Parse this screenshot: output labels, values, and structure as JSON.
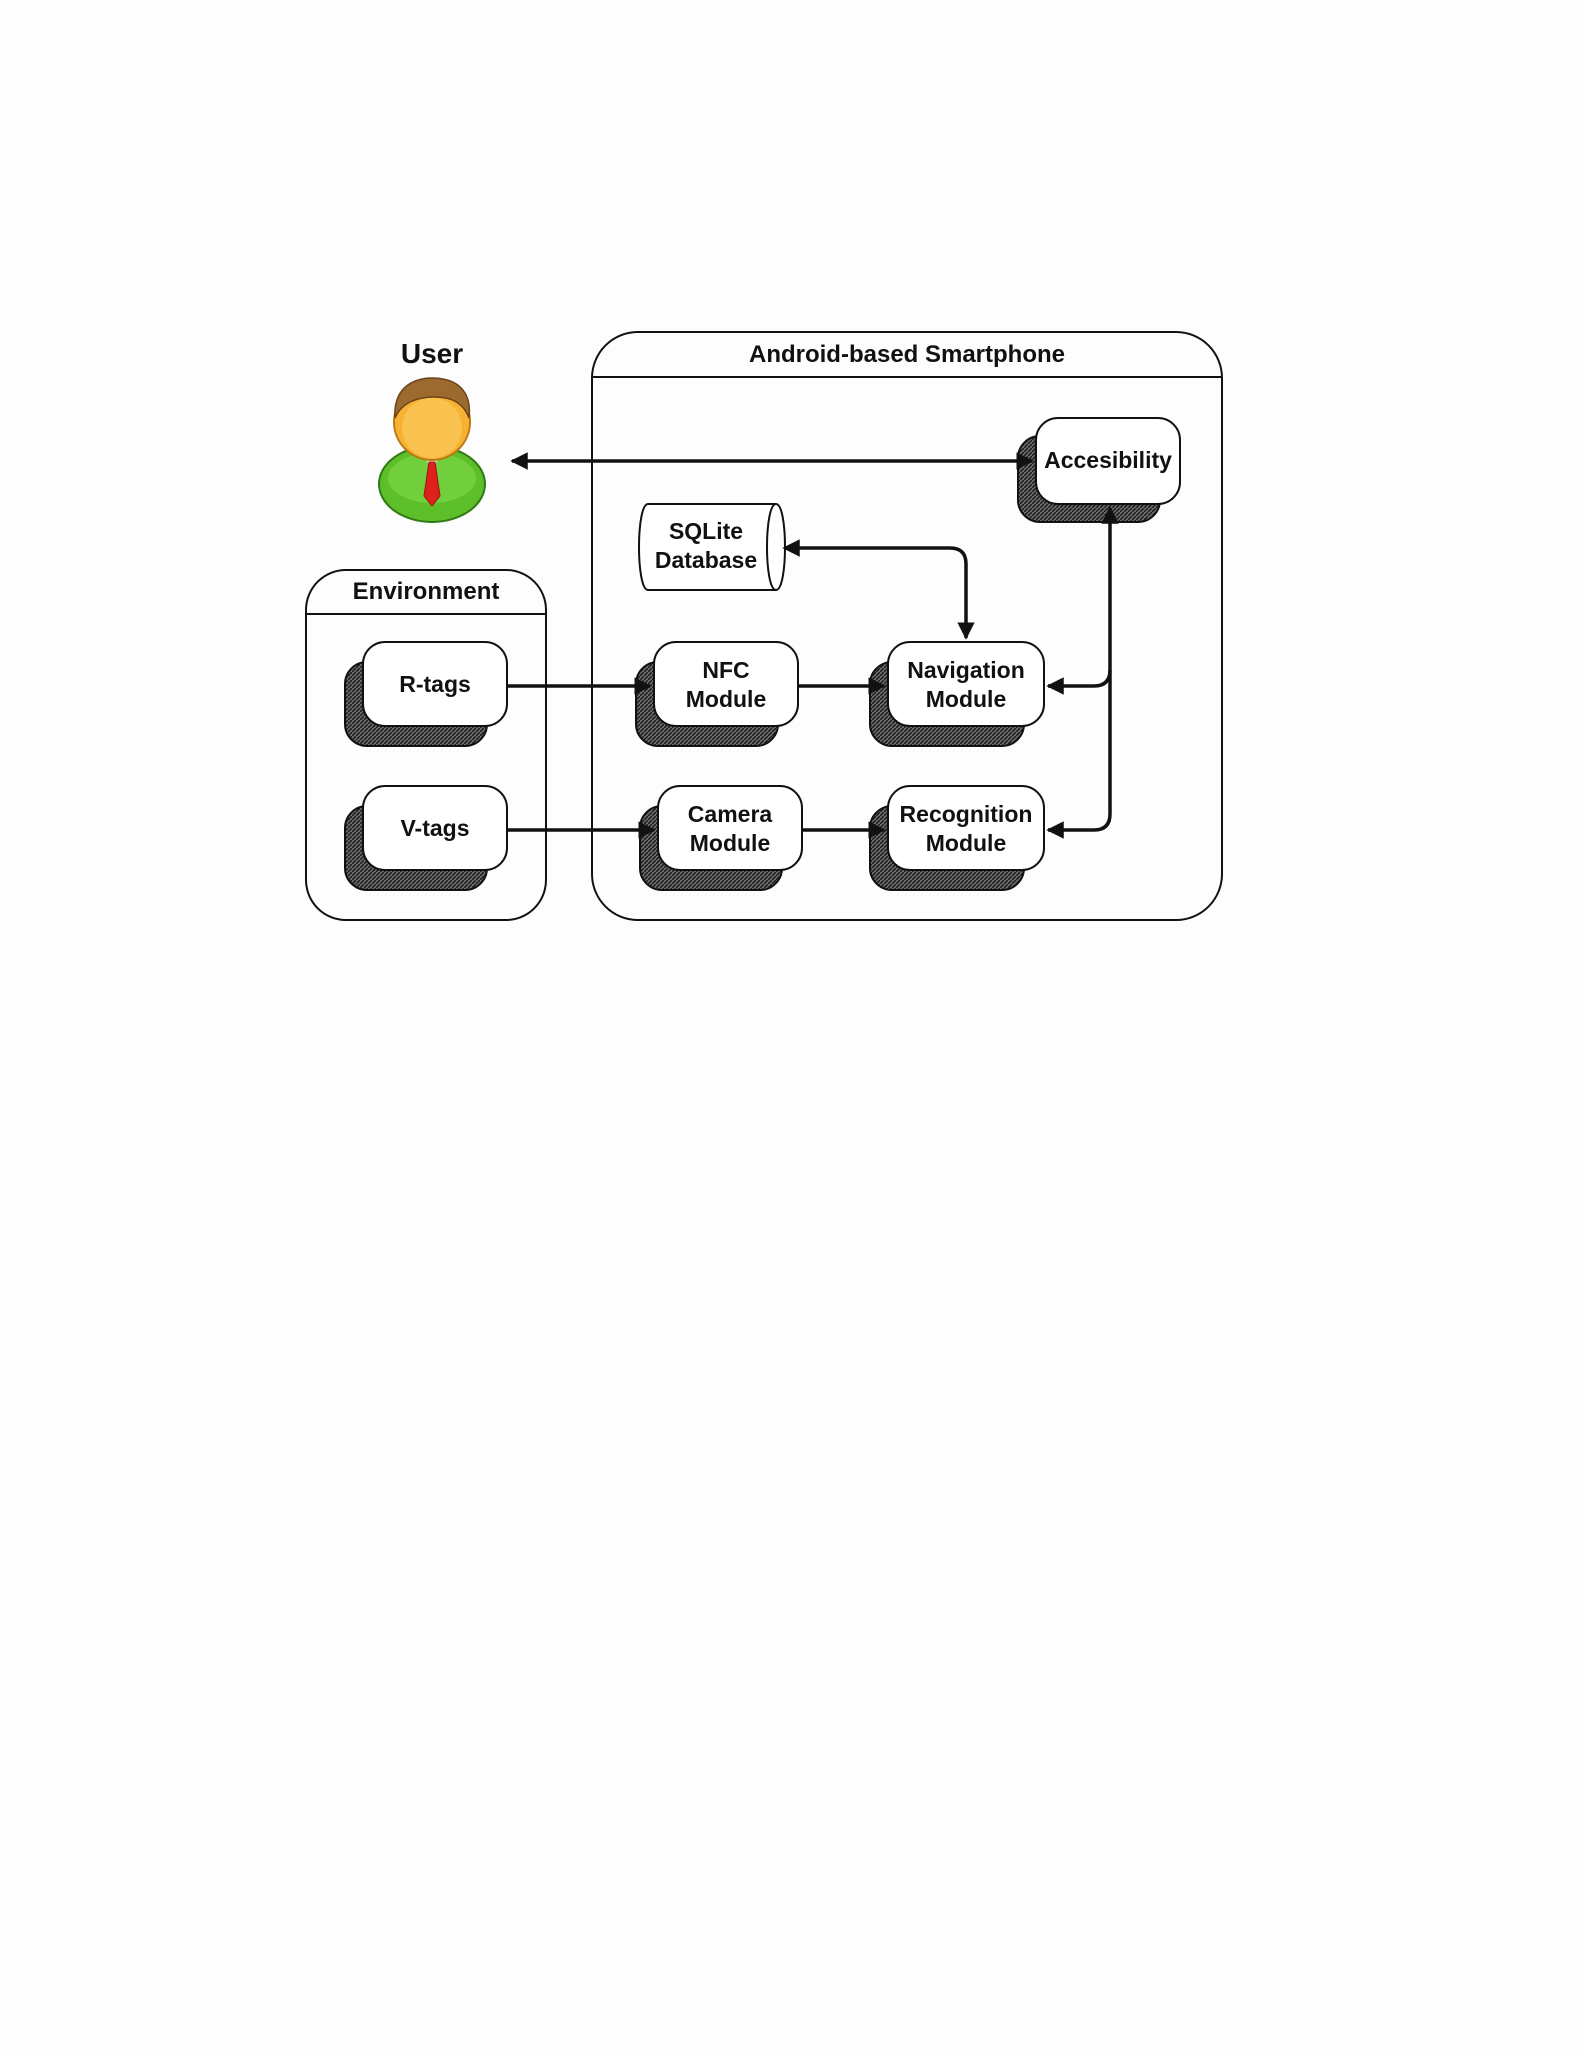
{
  "user": {
    "label": "User"
  },
  "smartphone": {
    "title": "Android-based Smartphone"
  },
  "environment": {
    "title": "Environment"
  },
  "nodes": {
    "accessibility": [
      "Accesibility"
    ],
    "sqlite": [
      "SQLite",
      "Database"
    ],
    "nfc": [
      "NFC",
      "Module"
    ],
    "navigation": [
      "Navigation",
      "Module"
    ],
    "camera": [
      "Camera",
      "Module"
    ],
    "recognition": [
      "Recognition",
      "Module"
    ],
    "rtags": [
      "R-tags"
    ],
    "vtags": [
      "V-tags"
    ]
  },
  "colors": {
    "line": "#111111",
    "box_fill": "#ffffff",
    "shadow": "#3a3a3a",
    "user_shirt": "#5cbf2a",
    "user_face": "#f7b233",
    "user_hair": "#9c6a2e",
    "user_tie": "#e0201a"
  },
  "edges": [
    {
      "from": "user",
      "to": "accessibility",
      "direction": "both"
    },
    {
      "from": "sqlite",
      "to": "navigation",
      "direction": "both"
    },
    {
      "from": "rtags",
      "to": "nfc",
      "direction": "forward"
    },
    {
      "from": "nfc",
      "to": "navigation",
      "direction": "forward"
    },
    {
      "from": "vtags",
      "to": "camera",
      "direction": "forward"
    },
    {
      "from": "camera",
      "to": "recognition",
      "direction": "forward"
    },
    {
      "from": "accessibility",
      "to": "navigation",
      "direction": "both"
    },
    {
      "from": "accessibility",
      "to": "recognition",
      "direction": "both"
    }
  ]
}
